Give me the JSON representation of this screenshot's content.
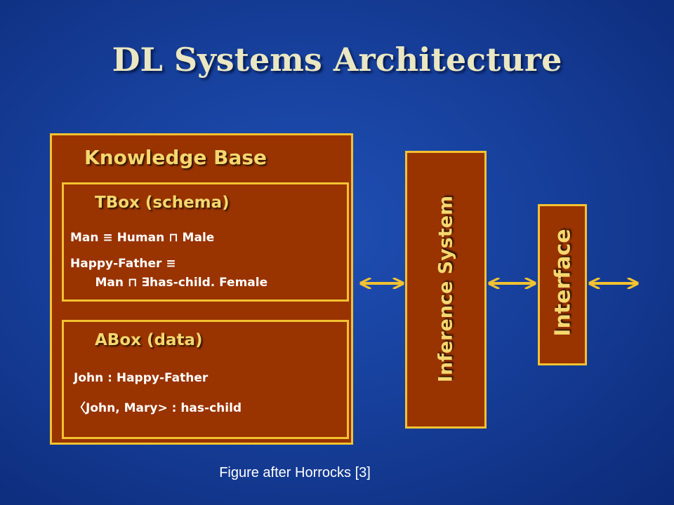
{
  "title": "DL Systems Architecture",
  "knowledge_base": {
    "heading": "Knowledge Base",
    "tbox": {
      "heading": "TBox (schema)",
      "line1": "Man ≡ Human ⊓ Male",
      "line2": "Happy-Father ≡",
      "line3": "      Man ⊓ ∃has-child. Female"
    },
    "abox": {
      "heading": "ABox (data)",
      "line1": "John : Happy-Father",
      "line2": "〈John, Mary> : has-child"
    }
  },
  "inference_system": "Inference System",
  "interface": "Interface",
  "caption": "Figure after Horrocks [3]",
  "colors": {
    "box_fill": "#993300",
    "box_border": "#f2c230",
    "heading_text": "#f5d76e",
    "title_text": "#eae7c2",
    "arrow": "#f2c230"
  }
}
